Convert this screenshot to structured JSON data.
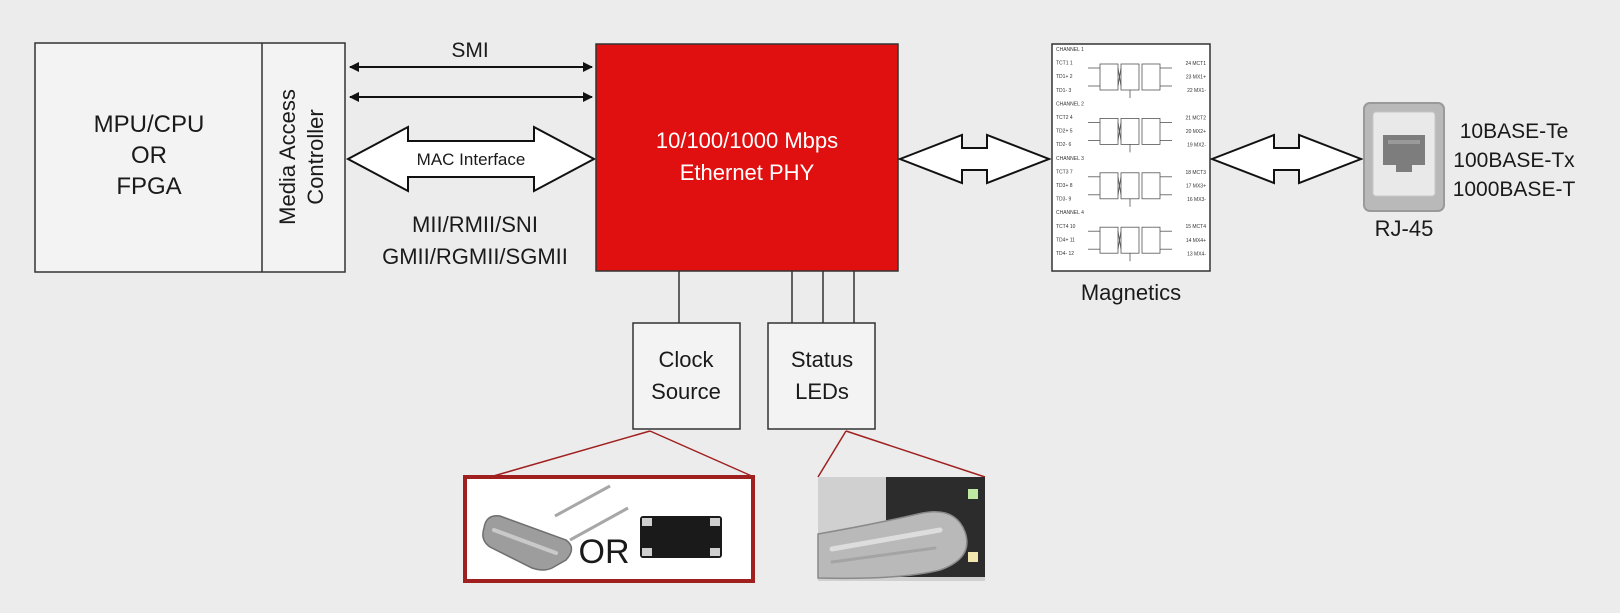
{
  "cpu_block": {
    "line1": "MPU/CPU",
    "line2": "OR",
    "line3": "FPGA"
  },
  "mac_block": {
    "line1": "Media Access",
    "line2": "Controller"
  },
  "smi_label": "SMI",
  "mac_interface_label": "MAC Interface",
  "interfaces": {
    "line1": "MII/RMII/SNI",
    "line2": "GMII/RGMII/SGMII"
  },
  "phy_block": {
    "line1": "10/100/1000 Mbps",
    "line2": "Ethernet PHY"
  },
  "magnetics_label": "Magnetics",
  "magnetics_pins_left": [
    "CHANNEL 1",
    "TCT1 1",
    "TD1+ 2",
    "TD1- 3",
    "CHANNEL 2",
    "TCT2 4",
    "TD2+ 5",
    "TD2- 6",
    "CHANNEL 3",
    "TCT3 7",
    "TD3+ 8",
    "TD3- 9",
    "CHANNEL 4",
    "TCT4 10",
    "TD4+ 11",
    "TD4- 12"
  ],
  "magnetics_pins_right": [
    "24 MCT1",
    "23 MX1+",
    "22 MX1-",
    "21 MCT2",
    "20 MX2+",
    "19 MX2-",
    "18 MCT3",
    "17 MX3+",
    "16 MX3-",
    "15 MCT4",
    "14 MX4+",
    "13 MX4-"
  ],
  "rj45_label": "RJ-45",
  "standards": [
    "10BASE-Te",
    "100BASE-Tx",
    "1000BASE-T"
  ],
  "clock_block": {
    "line1": "Clock",
    "line2": "Source"
  },
  "status_block": {
    "line1": "Status",
    "line2": "LEDs"
  },
  "crystal_or_label": "OR",
  "colors": {
    "phy_red": "#e01010",
    "callout_red": "#a02020",
    "background": "#ececec"
  }
}
